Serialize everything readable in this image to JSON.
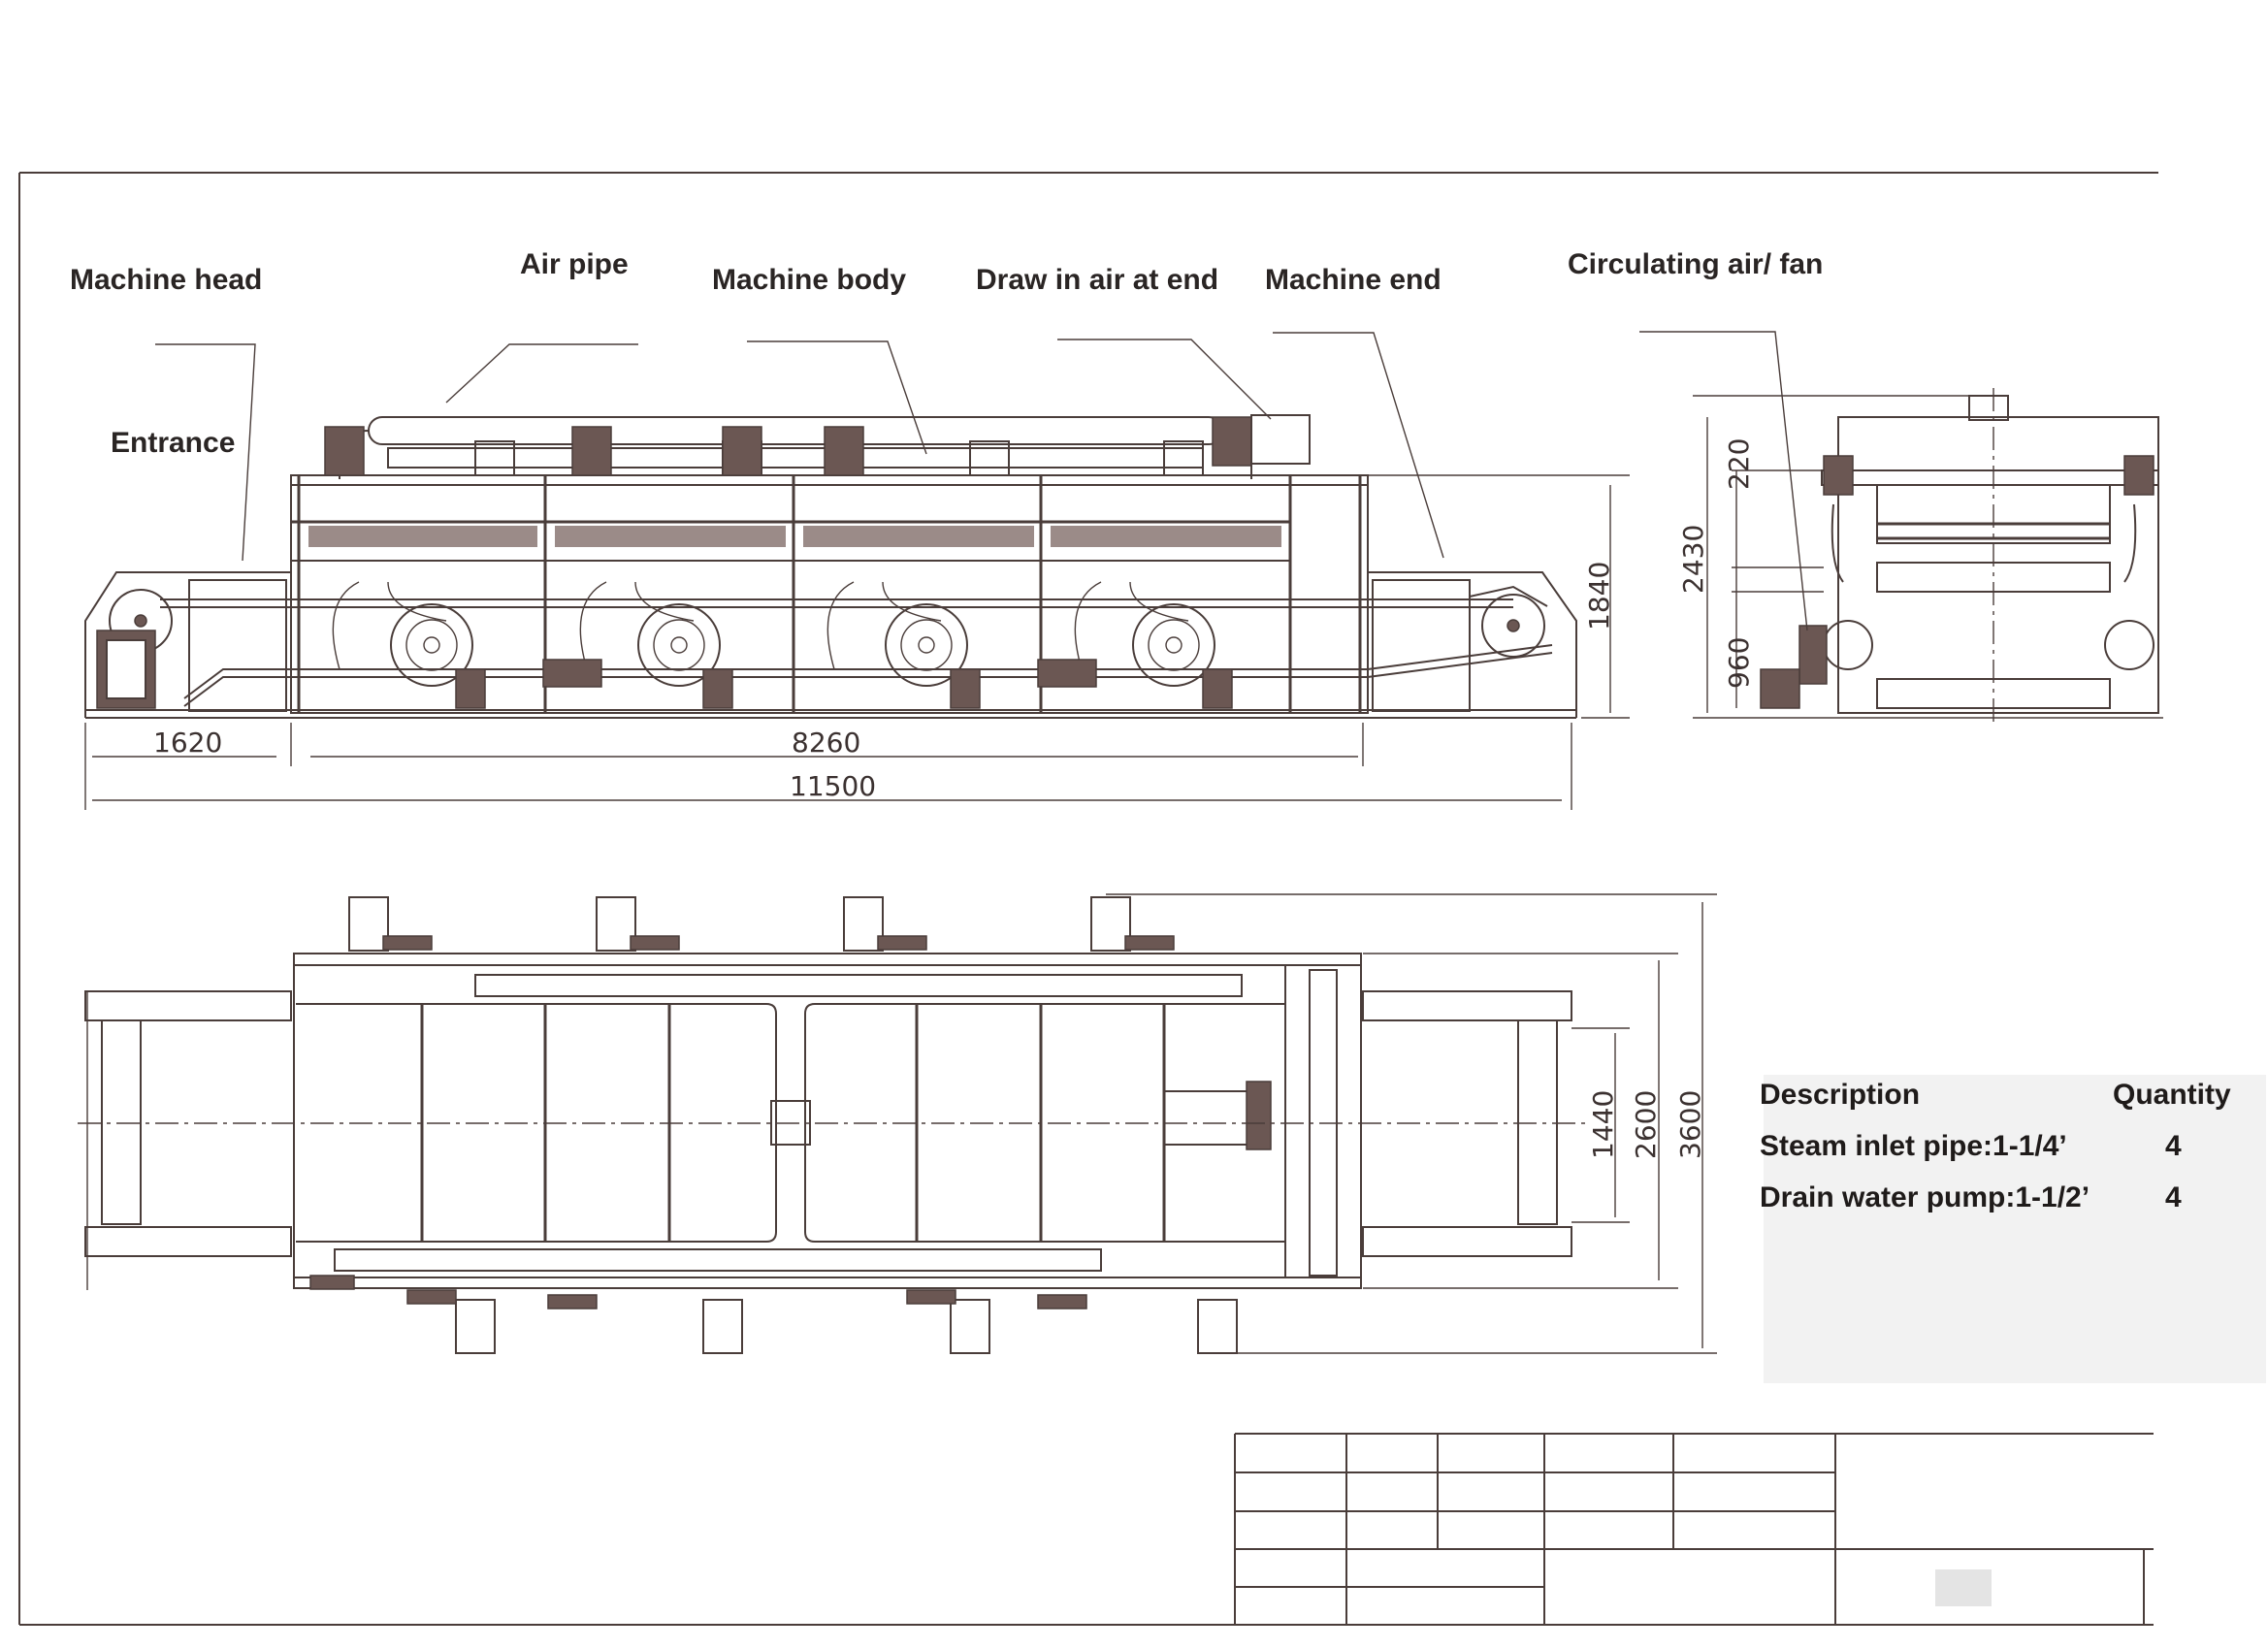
{
  "labels": {
    "machine_head": "Machine head",
    "air_pipe": "Air pipe",
    "machine_body": "Machine body",
    "draw_in_air": "Draw in air at end",
    "machine_end": "Machine end",
    "circulating_air": "Circulating air/ fan",
    "entrance": "Entrance"
  },
  "dimensions": {
    "side_view": {
      "head_length": "1620",
      "body_length": "8260",
      "total_length": "11500",
      "height": "1840"
    },
    "end_view": {
      "total_height": "2430",
      "upper": "220",
      "lower": "960"
    },
    "plan_view": {
      "inner_width": "1440",
      "mid_width": "2600",
      "total_width": "3600"
    }
  },
  "parts_table": {
    "headers": {
      "description": "Description",
      "quantity": "Quantity"
    },
    "rows": [
      {
        "description": "Steam inlet pipe:1-1/4’",
        "quantity": "4"
      },
      {
        "description": "Drain water pump:1-1/2’",
        "quantity": "4"
      }
    ]
  },
  "colors": {
    "line": "#4a3d3a",
    "text": "#2a2524"
  }
}
